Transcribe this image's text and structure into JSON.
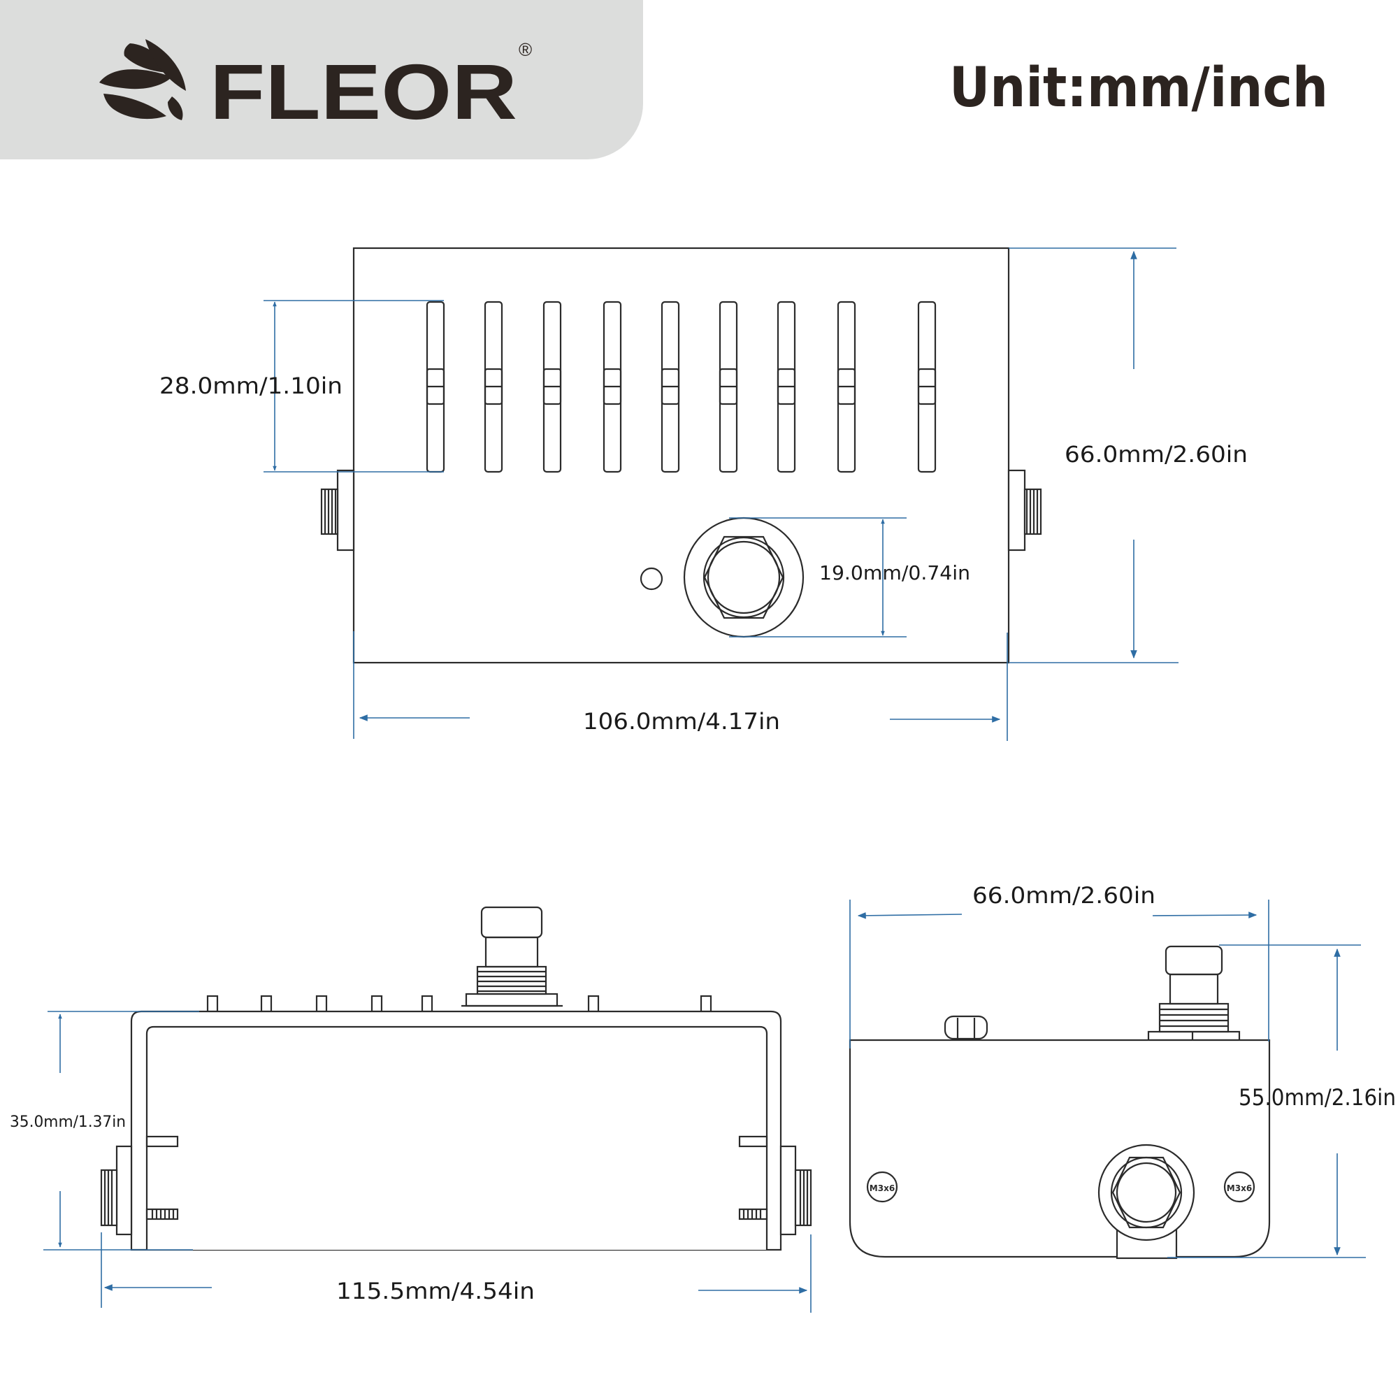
{
  "header": {
    "brand": "FLEOR",
    "registered_mark": "®",
    "unit_label": "Unit:mm/inch",
    "colors": {
      "banner_bg": "#dcdddc",
      "brand_text": "#2c2420",
      "dimension_line": "#2e6da4"
    }
  },
  "top_view": {
    "slot_height_label": "28.0mm/1.10in",
    "height_label": "66.0mm/2.60in",
    "jack_diameter_label": "19.0mm/0.74in",
    "width_label": "106.0mm/4.17in"
  },
  "front_view": {
    "height_label": "35.0mm/1.37in",
    "width_label": "115.5mm/4.54in"
  },
  "side_view": {
    "width_label": "66.0mm/2.60in",
    "height_label": "55.0mm/2.16in",
    "screw_left_label": "M3x6",
    "screw_right_label": "M3x6"
  }
}
